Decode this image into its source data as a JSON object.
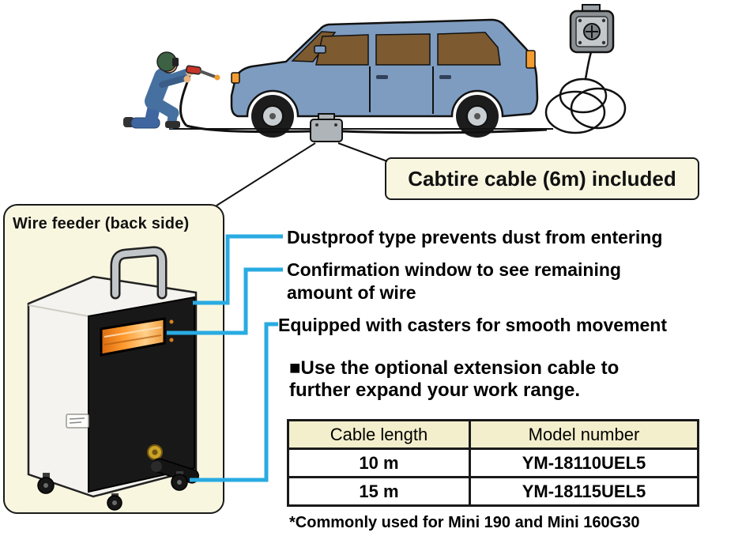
{
  "callout": {
    "cabtire": "Cabtire cable (6m) included"
  },
  "panel": {
    "label": "Wire feeder (back side)"
  },
  "features": [
    {
      "label": "Dustproof type prevents dust from entering"
    },
    {
      "label": "Confirmation window to see remaining\namount of wire"
    },
    {
      "label": "Equipped with casters for smooth movement"
    }
  ],
  "extension": {
    "heading": "■Use the optional extension cable to\nfurther expand your work range.",
    "table": {
      "headers": [
        "Cable length",
        "Model number"
      ],
      "rows": [
        {
          "length": "10 m",
          "model": "YM-18110UEL5"
        },
        {
          "length": "15 m",
          "model": "YM-18115UEL5"
        }
      ]
    },
    "footnote": "*Commonly used for Mini 190 and Mini 160G30"
  },
  "colors": {
    "accent_line": "#29abe2",
    "panel_bg": "#f9f6e0",
    "table_header_bg": "#f3efcd",
    "window_glow": "#ff9a2e",
    "car_body": "#7e9cc0"
  }
}
